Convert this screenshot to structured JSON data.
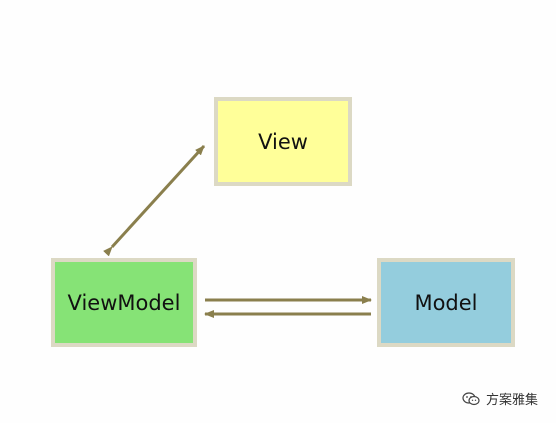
{
  "diagram": {
    "nodes": {
      "view": {
        "label": "View",
        "fill": "#ffff99"
      },
      "viewmodel": {
        "label": "ViewModel",
        "fill": "#86e376"
      },
      "model": {
        "label": "Model",
        "fill": "#94cddd"
      }
    },
    "border_color": "#dcd9c4",
    "arrow_color": "#8a7f4d",
    "edges": [
      {
        "from": "viewmodel",
        "to": "view",
        "direction": "both"
      },
      {
        "from": "viewmodel",
        "to": "model",
        "direction": "forward"
      },
      {
        "from": "model",
        "to": "viewmodel",
        "direction": "forward"
      }
    ]
  },
  "watermark": {
    "text": "方案雅集",
    "icon": "wechat-icon"
  }
}
